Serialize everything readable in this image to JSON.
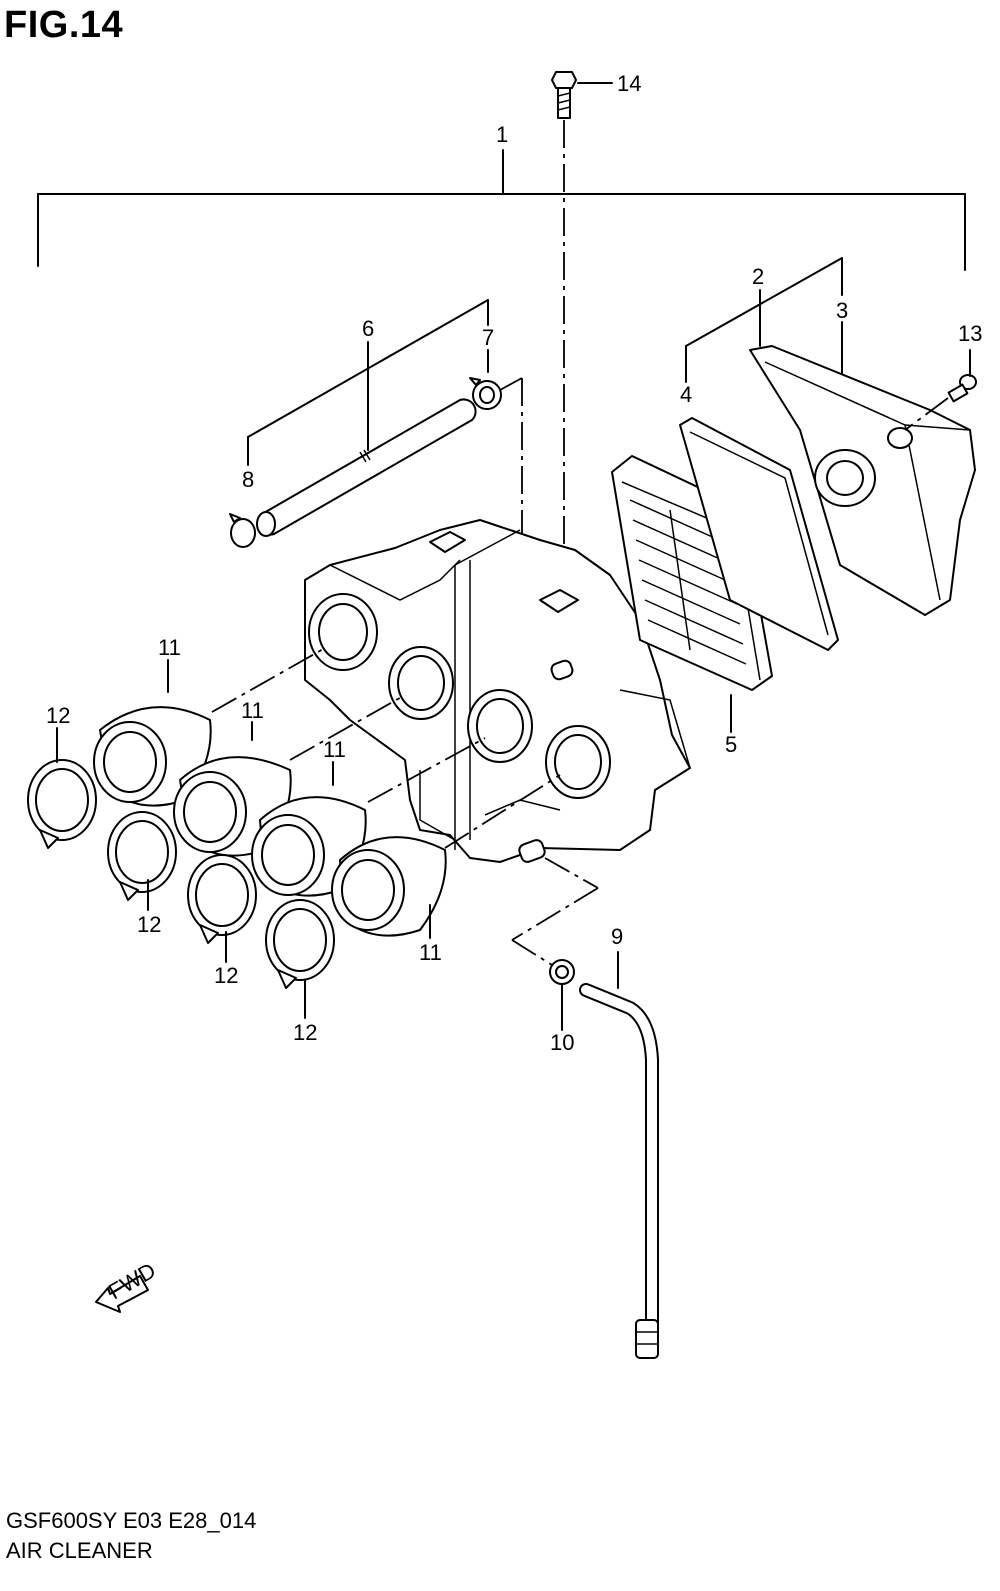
{
  "figure": {
    "title": "FIG.14",
    "code": "GSF600SY E03 E28_014",
    "name": "AIR CLEANER"
  },
  "callouts": [
    "1",
    "2",
    "3",
    "4",
    "5",
    "6",
    "7",
    "8",
    "9",
    "10",
    "11",
    "12",
    "13",
    "14"
  ],
  "fwd_label": "FWD",
  "icons": [
    "fwd-arrow-icon"
  ]
}
